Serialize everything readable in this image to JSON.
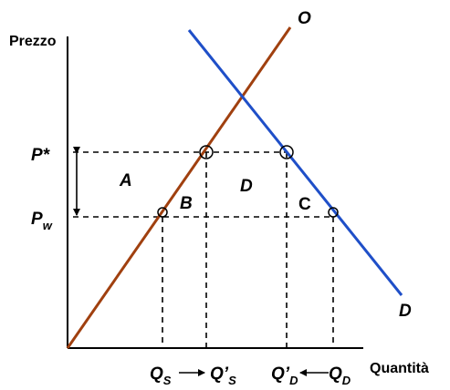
{
  "axes": {
    "y_label": "Prezzo",
    "x_label": "Quantità"
  },
  "curves": {
    "supply_label": "O",
    "demand_label": "D",
    "supply_color": "#A0400F",
    "demand_color": "#1F4FC8"
  },
  "prices": {
    "p_star": "P*",
    "p_w_main": "P",
    "p_w_sub": "w"
  },
  "regions": {
    "a": "A",
    "b": "B",
    "d": "D",
    "c": "C"
  },
  "quantities": {
    "qs_main": "Q",
    "qs_sub": "S",
    "qs_prime_main": "Q’",
    "qs_prime_sub": "S",
    "qd_prime_main": "Q’",
    "qd_prime_sub": "D",
    "qd_main": "Q",
    "qd_sub": "D"
  }
}
